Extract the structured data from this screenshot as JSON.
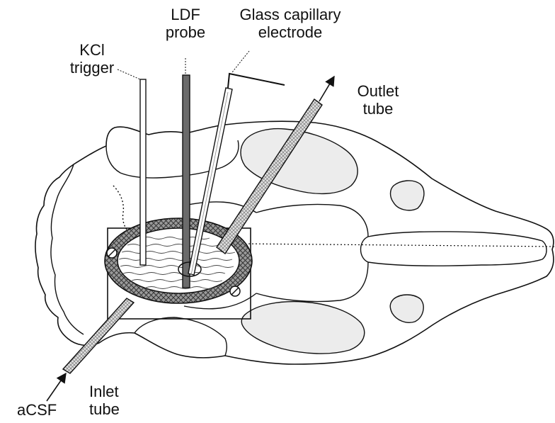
{
  "labels": {
    "kcl_trigger": [
      "KCl",
      "trigger"
    ],
    "ldf_probe": [
      "LDF",
      "probe"
    ],
    "glass_capillary_electrode": [
      "Glass capillary",
      "electrode"
    ],
    "outlet_tube": [
      "Outlet",
      "tube"
    ],
    "inlet_tube": [
      "Inlet",
      "tube"
    ],
    "acsf": "aCSF"
  },
  "colors": {
    "outline": "#111111",
    "ldf_probe_fill": "#6b6b6b",
    "ring_fill": "#9a9a9a",
    "skull_fill": "#ffffff"
  }
}
